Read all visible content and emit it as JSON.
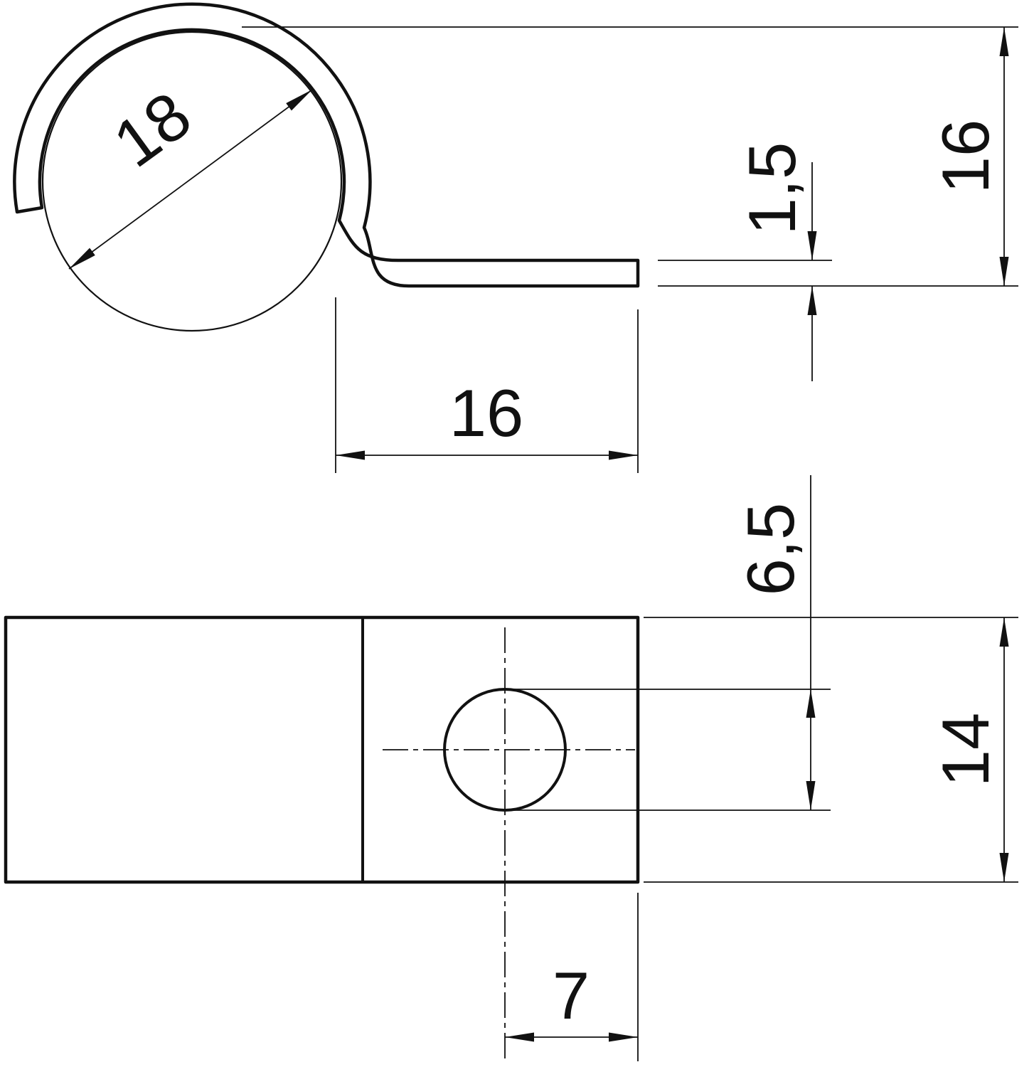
{
  "drawing": {
    "background": "#ffffff",
    "ink": "#111111",
    "dimensions": {
      "clamp_inner_diameter": "18",
      "flange_length": "16",
      "material_thickness": "1,5",
      "overall_height": "16",
      "hole_diameter": "6,5",
      "plate_width": "14",
      "hole_to_edge": "7"
    }
  }
}
